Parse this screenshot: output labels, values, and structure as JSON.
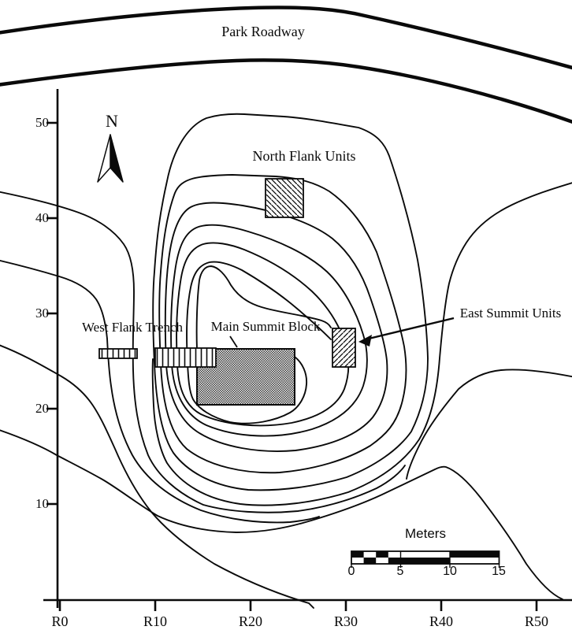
{
  "figure": {
    "type": "archaeological site contour map",
    "background_color": "#ffffff",
    "line_color": "#0a0a0a"
  },
  "annotations": {
    "park_roadway": "Park Roadway",
    "north_flank_units": "North Flank Units",
    "west_flank_trench": "West Flank Trench",
    "main_summit_block": "Main Summit Block",
    "east_summit_units": "East Summit Units",
    "north_indicator": "N"
  },
  "axes": {
    "x": {
      "labels": [
        "R0",
        "R10",
        "R20",
        "R30",
        "R40",
        "R50"
      ]
    },
    "y": {
      "labels": [
        "50",
        "40",
        "30",
        "20",
        "10"
      ]
    }
  },
  "scale_bar": {
    "title": "Meters",
    "ticks": [
      "0",
      "5",
      "10",
      "15"
    ]
  },
  "features": {
    "north_flank_units_hatch": "diagonal-back",
    "east_summit_units_hatch": "diagonal-forward",
    "west_flank_trench_hatch": "vertical",
    "main_summit_block_fill": "dark-stipple"
  }
}
